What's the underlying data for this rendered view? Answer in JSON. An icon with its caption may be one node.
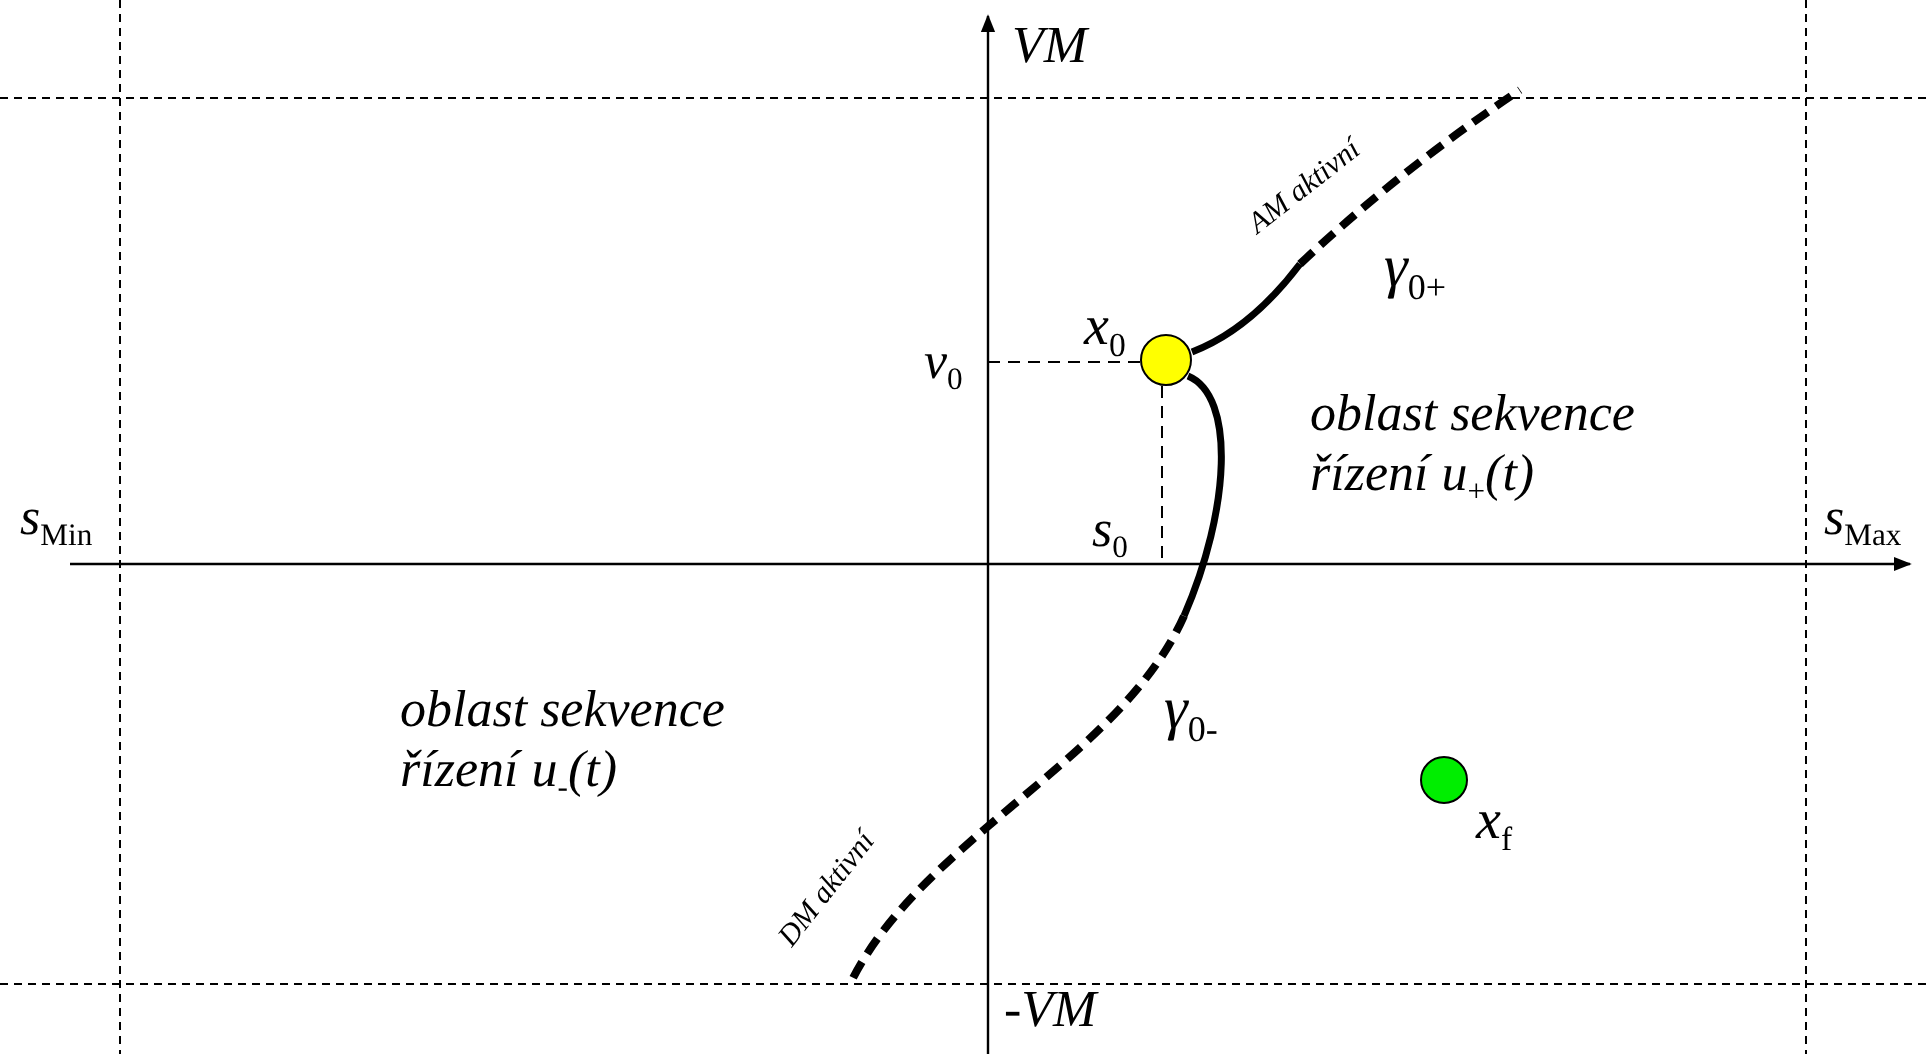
{
  "diagram": {
    "nodes": [
      {
        "text": [],
        "shape": "circle",
        "beside": [
          "x$_{0}$"
        ]
      },
      {
        "text": [],
        "shape": "circle",
        "beside": [
          "x$_{f}$"
        ]
      }
    ],
    "labels": [
      "VM",
      "v$_{0}$",
      "AM aktivní",
      "γ$_{0+}$",
      "oblast sekvence řízení u$_{+}$(t)",
      "s$_{Min}$",
      "s$_{0}$",
      "s$_{Max}$",
      "oblast sekvence řízení u$_{-}$(t)",
      "γ$_{0-}$",
      "DM aktivní",
      "-VM"
    ]
  }
}
